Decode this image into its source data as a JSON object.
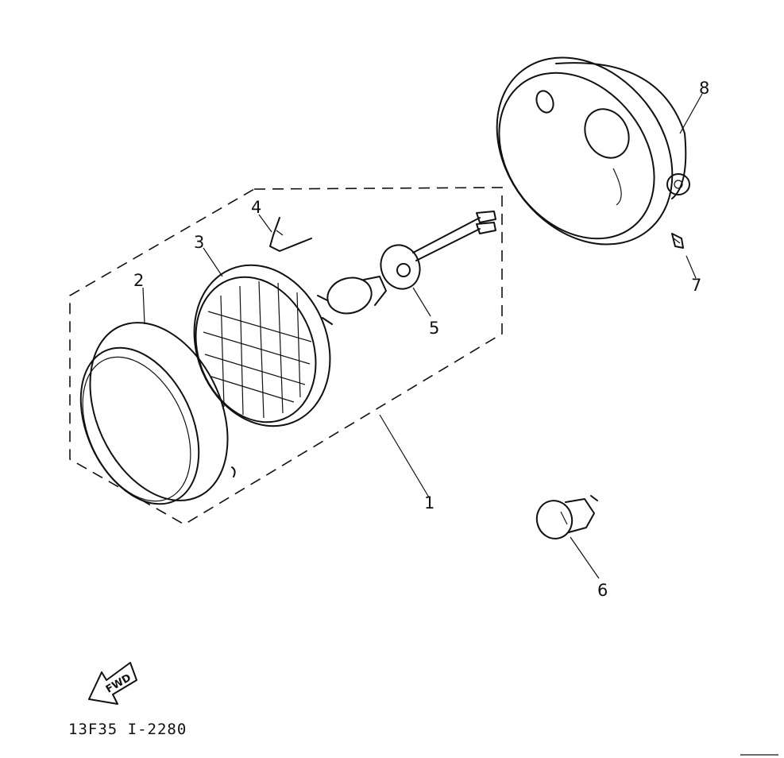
{
  "figure": {
    "part_callouts": [
      {
        "label": "1",
        "part": "headlight-assembly"
      },
      {
        "label": "2",
        "part": "headlight-rim"
      },
      {
        "label": "3",
        "part": "lens-unit"
      },
      {
        "label": "4",
        "part": "spring-clip"
      },
      {
        "label": "5",
        "part": "bulb-socket"
      },
      {
        "label": "6",
        "part": "bulb"
      },
      {
        "label": "7",
        "part": "screw"
      },
      {
        "label": "8",
        "part": "headlight-body"
      }
    ],
    "direction_indicator": "FWD",
    "diagram_code": "13F35 I-2280"
  },
  "colors": {
    "ink": "#111111",
    "paper": "#ffffff"
  }
}
